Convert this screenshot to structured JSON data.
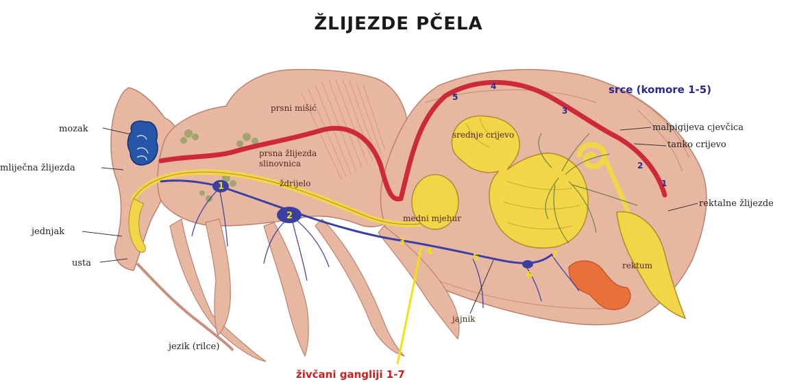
{
  "title": "ŽLIJEZDE PČELA",
  "colors": {
    "tissue": "#e8b7a2",
    "tissue_dark": "#c98f7d",
    "gut": "#f3d548",
    "gut_outline": "#b08a2a",
    "heart": "#cc2a3a",
    "nerve": "#3a3fa0",
    "heart_label": "#2a2a8a",
    "ganglia_label": "#cc1f1f",
    "ganglia_numbers": "#f2e20a",
    "brain": "#2656a8"
  },
  "labels_left": {
    "mozak": "mozak",
    "mlijecna": "mliječna žlijezda",
    "jednjak": "jednjak",
    "usta": "usta",
    "jezik": "jezik (rilce)"
  },
  "labels_inner": {
    "prsni_misic": "prsni mišić",
    "prsna_zlijezda": "prsna žlijezda",
    "slinovnica": "slinovnica",
    "zdrijelo": "ždrijelo",
    "srednje_crijevo": "srednje crijevo",
    "medni_mjehur": "medni mjehur",
    "rektum": "rektum",
    "jajnik": "jajnik"
  },
  "labels_right": {
    "srce": "srce (komore 1-5)",
    "malpigijeva": "malpigijeva cjevčica",
    "tanko_crijevo": "tanko crijevo",
    "rektalne": "rektalne žlijezde"
  },
  "zivcani": "živčani gangliji 1-7",
  "heart_chambers": [
    "1",
    "2",
    "3",
    "4",
    "5"
  ],
  "ganglia": [
    "1",
    "2",
    "3",
    "4",
    "5",
    "6",
    "7"
  ]
}
